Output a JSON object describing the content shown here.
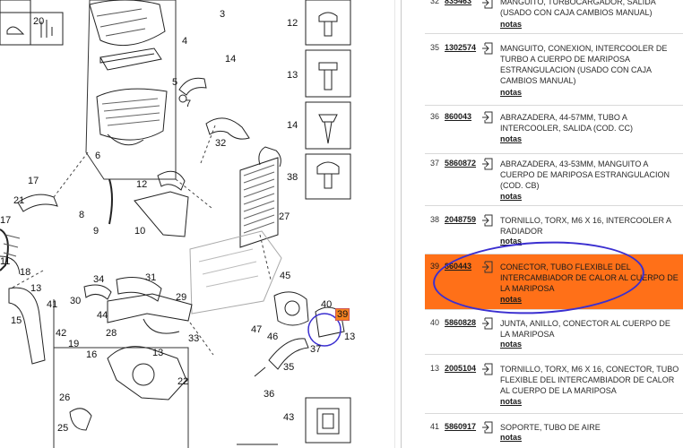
{
  "diagram": {
    "callouts": [
      {
        "id": "c20",
        "label": "20"
      },
      {
        "id": "c3",
        "label": "3"
      },
      {
        "id": "c4",
        "label": "4"
      },
      {
        "id": "c14",
        "label": "14"
      },
      {
        "id": "c5",
        "label": "5"
      },
      {
        "id": "c7",
        "label": "7"
      },
      {
        "id": "c6",
        "label": "6"
      },
      {
        "id": "c12a",
        "label": "12"
      },
      {
        "id": "c13a",
        "label": "13"
      },
      {
        "id": "c14b",
        "label": "14"
      },
      {
        "id": "c38",
        "label": "38"
      },
      {
        "id": "c32",
        "label": "32"
      },
      {
        "id": "c27",
        "label": "27"
      },
      {
        "id": "c12b",
        "label": "12"
      },
      {
        "id": "c17a",
        "label": "17"
      },
      {
        "id": "c21",
        "label": "21"
      },
      {
        "id": "c17b",
        "label": "17"
      },
      {
        "id": "c8",
        "label": "8"
      },
      {
        "id": "c9",
        "label": "9"
      },
      {
        "id": "c10",
        "label": "10"
      },
      {
        "id": "c11",
        "label": "11"
      },
      {
        "id": "c18",
        "label": "18"
      },
      {
        "id": "c13b",
        "label": "13"
      },
      {
        "id": "c34",
        "label": "34"
      },
      {
        "id": "c31",
        "label": "31"
      },
      {
        "id": "c30",
        "label": "30"
      },
      {
        "id": "c29",
        "label": "29"
      },
      {
        "id": "c41",
        "label": "41"
      },
      {
        "id": "c44",
        "label": "44"
      },
      {
        "id": "c15",
        "label": "15"
      },
      {
        "id": "c42",
        "label": "42"
      },
      {
        "id": "c28",
        "label": "28"
      },
      {
        "id": "c33",
        "label": "33"
      },
      {
        "id": "c13c",
        "label": "13"
      },
      {
        "id": "c45",
        "label": "45"
      },
      {
        "id": "c40",
        "label": "40"
      },
      {
        "id": "c39",
        "label": "39"
      },
      {
        "id": "c47",
        "label": "47"
      },
      {
        "id": "c46",
        "label": "46"
      },
      {
        "id": "c37",
        "label": "37"
      },
      {
        "id": "c13d",
        "label": "13"
      },
      {
        "id": "c19",
        "label": "19"
      },
      {
        "id": "c16",
        "label": "16"
      },
      {
        "id": "c22",
        "label": "22"
      },
      {
        "id": "c35",
        "label": "35"
      },
      {
        "id": "c26",
        "label": "26"
      },
      {
        "id": "c36",
        "label": "36"
      },
      {
        "id": "c25",
        "label": "25"
      },
      {
        "id": "c43",
        "label": "43"
      }
    ]
  },
  "parts": [
    {
      "ref": "32",
      "pn": "835463",
      "desc": "MANGUITO, TURBOCARGADOR, SALIDA (USADO CON CAJA CAMBIOS MANUAL)",
      "notas": "notas"
    },
    {
      "ref": "35",
      "pn": "1302574",
      "desc": "MANGUITO, CONEXION, INTERCOOLER DE TURBO A CUERPO DE MARIPOSA ESTRANGULACION (USADO CON CAJA CAMBIOS MANUAL)",
      "notas": "notas"
    },
    {
      "ref": "36",
      "pn": "860043",
      "desc": "ABRAZADERA, 44-57MM, TUBO A INTERCOOLER, SALIDA (COD. CC)",
      "notas": "notas"
    },
    {
      "ref": "37",
      "pn": "5860872",
      "desc": "ABRAZADERA, 43-53MM, MANGUITO A CUERPO DE MARIPOSA ESTRANGULACION (COD. CB)",
      "notas": "notas"
    },
    {
      "ref": "38",
      "pn": "2048759",
      "desc": "TORNILLO, TORX, M6 X 16, INTERCOOLER A RADIADOR",
      "notas": "notas"
    },
    {
      "ref": "39",
      "pn": "860443",
      "desc": "CONECTOR, TUBO FLEXIBLE DEL INTERCAMBIADOR DE CALOR AL CUERPO DE LA MARIPOSA",
      "notas": "notas"
    },
    {
      "ref": "40",
      "pn": "5860828",
      "desc": "JUNTA, ANILLO, CONECTOR AL CUERPO DE LA MARIPOSA",
      "notas": "notas"
    },
    {
      "ref": "13",
      "pn": "2005104",
      "desc": "TORNILLO, TORX, M6 X 16, CONECTOR, TUBO FLEXIBLE DEL INTERCAMBIADOR DE CALOR AL CUERPO DE LA MARIPOSA",
      "notas": "notas"
    },
    {
      "ref": "41",
      "pn": "5860917",
      "desc": "SOPORTE, TUBO DE AIRE",
      "notas": "notas"
    }
  ],
  "colors": {
    "selected_row": "#ff7018",
    "annotation": "#3b2fd0"
  },
  "icons": {
    "part_action": "doc-arrow-icon"
  }
}
